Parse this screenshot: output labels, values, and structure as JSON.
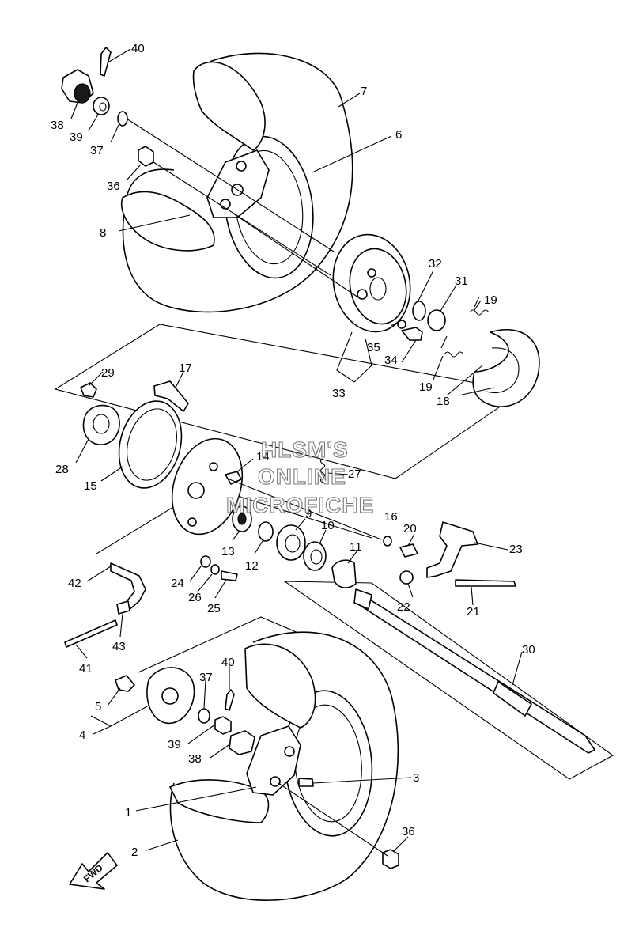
{
  "callouts": [
    {
      "id": "40a",
      "label": "40"
    },
    {
      "id": "38a",
      "label": "38"
    },
    {
      "id": "39a",
      "label": "39"
    },
    {
      "id": "37a",
      "label": "37"
    },
    {
      "id": "7",
      "label": "7"
    },
    {
      "id": "6",
      "label": "6"
    },
    {
      "id": "36a",
      "label": "36"
    },
    {
      "id": "8",
      "label": "8"
    },
    {
      "id": "32",
      "label": "32"
    },
    {
      "id": "31",
      "label": "31"
    },
    {
      "id": "19a",
      "label": "19"
    },
    {
      "id": "35",
      "label": "35"
    },
    {
      "id": "34",
      "label": "34"
    },
    {
      "id": "19b",
      "label": "19"
    },
    {
      "id": "33",
      "label": "33"
    },
    {
      "id": "18",
      "label": "18"
    },
    {
      "id": "29",
      "label": "29"
    },
    {
      "id": "17",
      "label": "17"
    },
    {
      "id": "28",
      "label": "28"
    },
    {
      "id": "15",
      "label": "15"
    },
    {
      "id": "14",
      "label": "14"
    },
    {
      "id": "27",
      "label": "27"
    },
    {
      "id": "16",
      "label": "16"
    },
    {
      "id": "9",
      "label": "9"
    },
    {
      "id": "10",
      "label": "10"
    },
    {
      "id": "20",
      "label": "20"
    },
    {
      "id": "23",
      "label": "23"
    },
    {
      "id": "13",
      "label": "13"
    },
    {
      "id": "12",
      "label": "12"
    },
    {
      "id": "11",
      "label": "11"
    },
    {
      "id": "22",
      "label": "22"
    },
    {
      "id": "21",
      "label": "21"
    },
    {
      "id": "24",
      "label": "24"
    },
    {
      "id": "26",
      "label": "26"
    },
    {
      "id": "25",
      "label": "25"
    },
    {
      "id": "42",
      "label": "42"
    },
    {
      "id": "43",
      "label": "43"
    },
    {
      "id": "41",
      "label": "41"
    },
    {
      "id": "30",
      "label": "30"
    },
    {
      "id": "40b",
      "label": "40"
    },
    {
      "id": "37b",
      "label": "37"
    },
    {
      "id": "5",
      "label": "5"
    },
    {
      "id": "4",
      "label": "4"
    },
    {
      "id": "39b",
      "label": "39"
    },
    {
      "id": "38b",
      "label": "38"
    },
    {
      "id": "3",
      "label": "3"
    },
    {
      "id": "1",
      "label": "1"
    },
    {
      "id": "36b",
      "label": "36"
    },
    {
      "id": "2",
      "label": "2"
    }
  ],
  "watermark": {
    "line1": "HLSM'S",
    "line2": "ONLINE",
    "line3": "MICROFICHE"
  },
  "direction_badge": {
    "label": "FWD"
  }
}
